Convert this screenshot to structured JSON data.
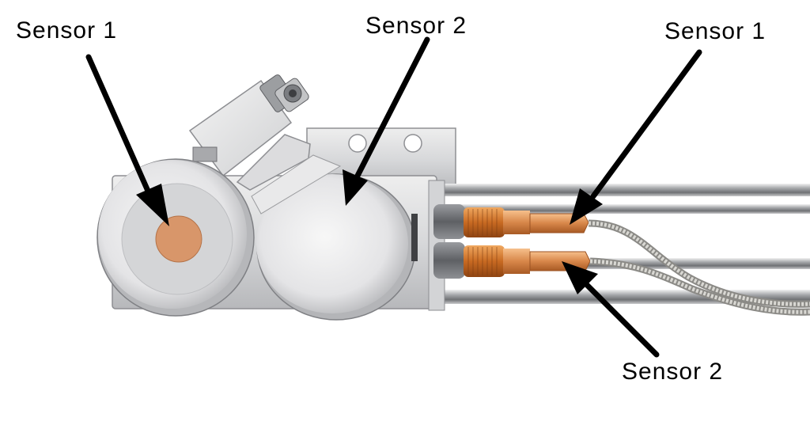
{
  "labels": {
    "sensor1_left": "Sensor 1",
    "sensor2_top": "Sensor 2",
    "sensor1_right": "Sensor 1",
    "sensor2_bottom": "Sensor 2"
  },
  "colors": {
    "background": "#ffffff",
    "label_text": "#000000",
    "arrow": "#000000",
    "metal": "#c9cbcd",
    "copper": "#d77a2c",
    "sensor_disc": "#d99a70"
  }
}
